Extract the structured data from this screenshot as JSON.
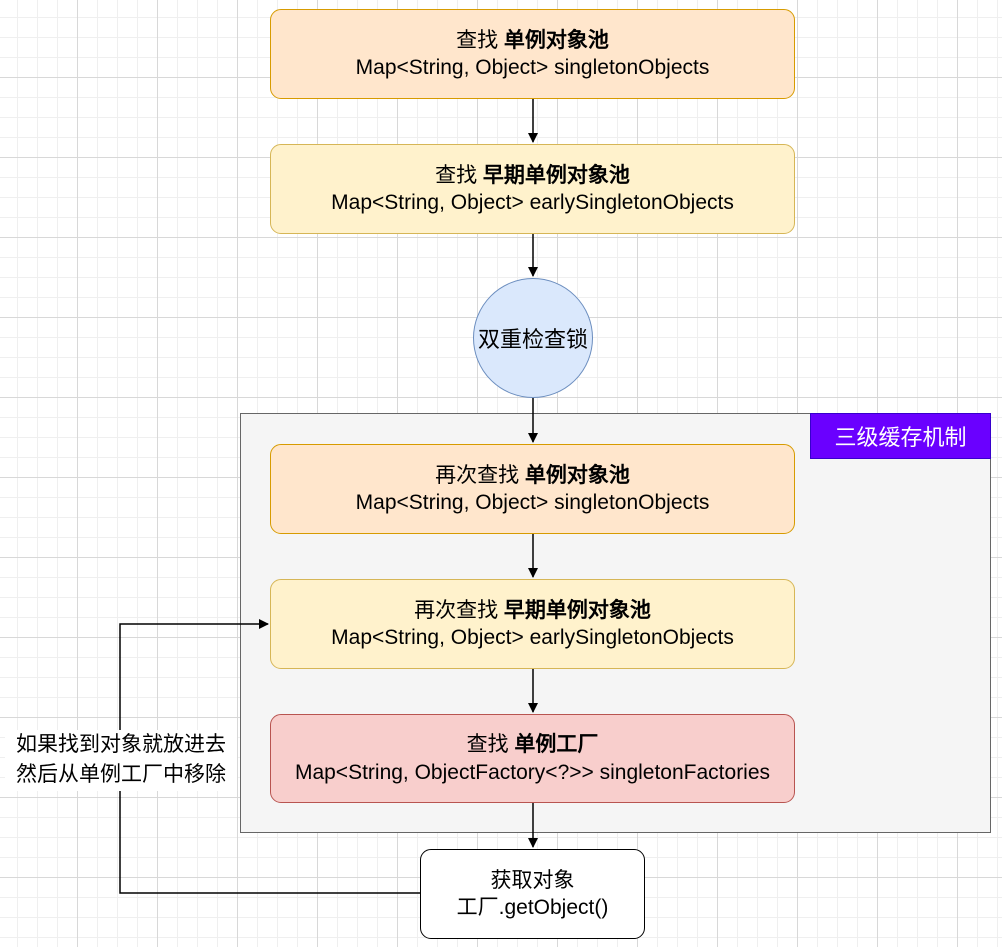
{
  "group": {
    "label": "三级缓存机制"
  },
  "nodes": {
    "n1": {
      "line1_prefix": "查找 ",
      "line1_bold": "单例对象池",
      "line2": "Map<String, Object> singletonObjects"
    },
    "n2": {
      "line1_prefix": "查找 ",
      "line1_bold": "早期单例对象池",
      "line2": "Map<String, Object> earlySingletonObjects"
    },
    "lock": {
      "label": "双重检查锁"
    },
    "n3": {
      "line1_prefix": "再次查找 ",
      "line1_bold": "单例对象池",
      "line2": "Map<String, Object> singletonObjects"
    },
    "n4": {
      "line1_prefix": "再次查找 ",
      "line1_bold": "早期单例对象池",
      "line2": "Map<String, Object> earlySingletonObjects"
    },
    "n5": {
      "line1_prefix": "查找 ",
      "line1_bold": "单例工厂",
      "line2": "Map<String, ObjectFactory<?>> singletonFactories"
    },
    "n6": {
      "line1": "获取对象",
      "line2": "工厂.getObject()"
    }
  },
  "edge_label": {
    "line1": "如果找到对象就放进去",
    "line2": "然后从单例工厂中移除"
  },
  "colors": {
    "orange_fill": "#ffe6cc",
    "orange_stroke": "#d79b00",
    "yellow_fill": "#fff2cc",
    "yellow_stroke": "#d6b656",
    "red_fill": "#f8cecc",
    "red_stroke": "#b85450",
    "blue_fill": "#dae8fc",
    "blue_stroke": "#6c8ebf",
    "group_fill": "#f5f5f5",
    "group_tag": "#6a00ff"
  }
}
